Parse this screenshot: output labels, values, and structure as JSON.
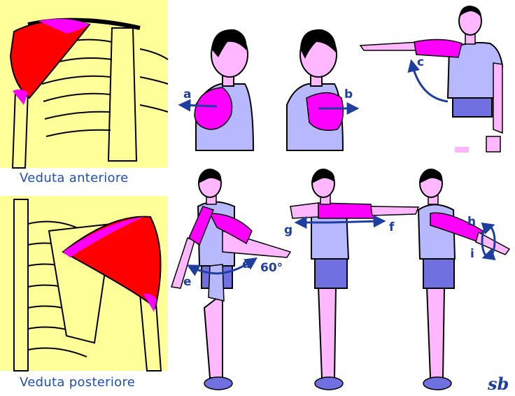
{
  "captions": {
    "anterior": "Veduta anteriore",
    "posterior": "Veduta posteriore"
  },
  "motion_labels": {
    "a": "a",
    "b": "b",
    "c": "c",
    "d": "d",
    "e": "e",
    "f": "f",
    "g": "g",
    "h": "h",
    "i": "i",
    "angle": "60°"
  },
  "signature": "sb",
  "colors": {
    "muscle_red": "#ff0000",
    "muscle_pink": "#ff00ff",
    "bone_yellow": "#ffff99",
    "skin": "#ffb8ff",
    "shirt": "#b8b8ff",
    "shorts": "#7070e0",
    "hair": "#000000",
    "arrow_blue": "#1f3fa0",
    "caption_blue": "#1f4fb0"
  }
}
